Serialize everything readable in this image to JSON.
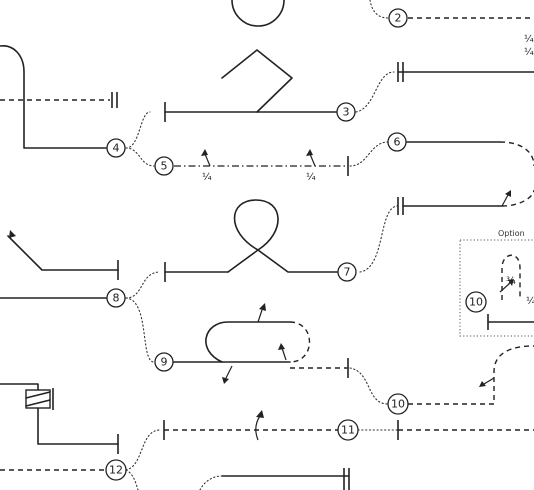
{
  "nodes": {
    "n2": "2",
    "n3": "3",
    "n4": "4",
    "n5": "5",
    "n6": "6",
    "n7": "7",
    "n8": "8",
    "n9": "9",
    "n10a": "10",
    "n10b": "10",
    "n11": "11",
    "n12": "12"
  },
  "fractions": {
    "top_right_a": "¼",
    "top_right_b": "¼",
    "row5_left": "¼",
    "row5_right": "¼",
    "option_three_quarter": "¾",
    "option_right": "¼"
  },
  "option_box": {
    "label": "Option"
  }
}
